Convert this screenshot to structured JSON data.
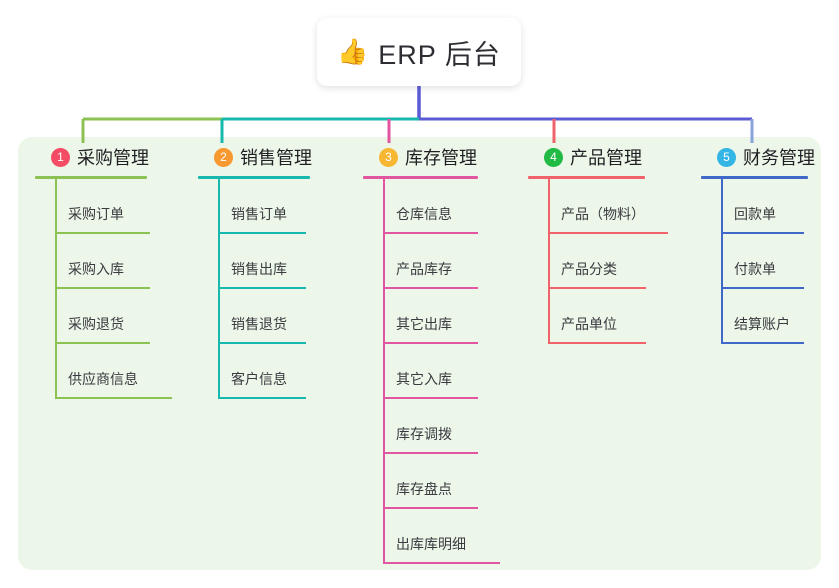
{
  "diagram": {
    "type": "org-tree",
    "root": {
      "emoji": "👍",
      "emoji_name": "thumbs-up-emoji",
      "title": "ERP 后台"
    },
    "panel_color": "#edf7e9",
    "bus_segments": [
      {
        "name": "green-segment",
        "color": "#8cc153"
      },
      {
        "name": "teal-segment",
        "color": "#14b8a6"
      },
      {
        "name": "indigo-segment",
        "color": "#5b5bd6"
      }
    ],
    "columns": [
      {
        "index": "1",
        "title": "采购管理",
        "badge_color": "#f44c64",
        "rule_color": "#8cc153",
        "drop_color": "#8cc153",
        "items": [
          "采购订单",
          "采购入库",
          "采购退货",
          "供应商信息"
        ]
      },
      {
        "index": "2",
        "title": "销售管理",
        "badge_color": "#f79831",
        "rule_color": "#17b8ad",
        "drop_color": "#17b8ad",
        "items": [
          "销售订单",
          "销售出库",
          "销售退货",
          "客户信息"
        ]
      },
      {
        "index": "3",
        "title": "库存管理",
        "badge_color": "#f7b733",
        "rule_color": "#e255a1",
        "drop_color": "#e255a1",
        "items": [
          "仓库信息",
          "产品库存",
          "其它出库",
          "其它入库",
          "库存调拨",
          "库存盘点",
          "出库库明细"
        ]
      },
      {
        "index": "4",
        "title": "产品管理",
        "badge_color": "#21ba45",
        "rule_color": "#f1636b",
        "drop_color": "#f1636b",
        "items": [
          "产品（物料）",
          "产品分类",
          "产品单位"
        ]
      },
      {
        "index": "5",
        "title": "财务管理",
        "badge_color": "#33b5e5",
        "rule_color": "#3f68c8",
        "drop_color": "#8ba3dd",
        "items": [
          "回款单",
          "付款单",
          "结算账户"
        ]
      }
    ]
  }
}
